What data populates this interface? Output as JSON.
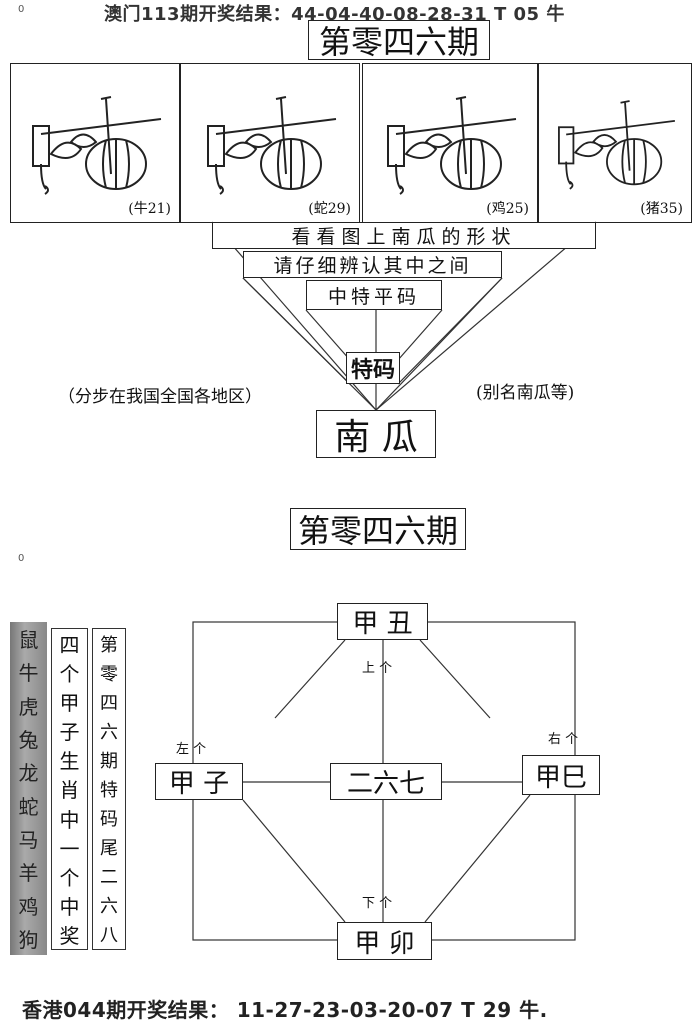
{
  "header": {
    "marker": "0",
    "text": "澳门113期开奖结果：44-04-40-08-28-31 T 05 牛"
  },
  "top": {
    "title": "第零四六期",
    "panels": [
      {
        "label": "(牛21)"
      },
      {
        "label": "(蛇29)"
      },
      {
        "label": "(鸡25)"
      },
      {
        "label": "(猪35)"
      }
    ],
    "clue1": "看看图上南瓜的形状",
    "clue2": "请仔细辨认其中之间",
    "clue3": "中特平码",
    "special": "特码",
    "answer": "南 瓜",
    "note_left": "（分步在我国全国各地区）",
    "note_right": "(别名南瓜等)"
  },
  "bottom": {
    "title": "第零四六期",
    "marker": "0",
    "zodiacs": [
      "鼠",
      "牛",
      "虎",
      "兔",
      "龙",
      "蛇",
      "马",
      "羊",
      "鸡",
      "狗"
    ],
    "col2": [
      "四",
      "个",
      "甲",
      "子",
      "生",
      "肖",
      "中",
      "一",
      "个",
      "中",
      "奖"
    ],
    "col3": [
      "第",
      "零",
      "四",
      "六",
      "期",
      "特",
      "码",
      "尾",
      "二",
      "六",
      "八"
    ],
    "nodes": {
      "top": "甲 丑",
      "left": "甲 子",
      "center": "二六七",
      "right": "甲巳",
      "bottom": "甲 卯"
    },
    "labels": {
      "top": "上 个",
      "left": "左 个",
      "right": "右 个",
      "bottom": "下 个"
    }
  },
  "footer": {
    "text": "香港044期开奖结果： 11-27-23-03-20-07 T 29 牛."
  }
}
